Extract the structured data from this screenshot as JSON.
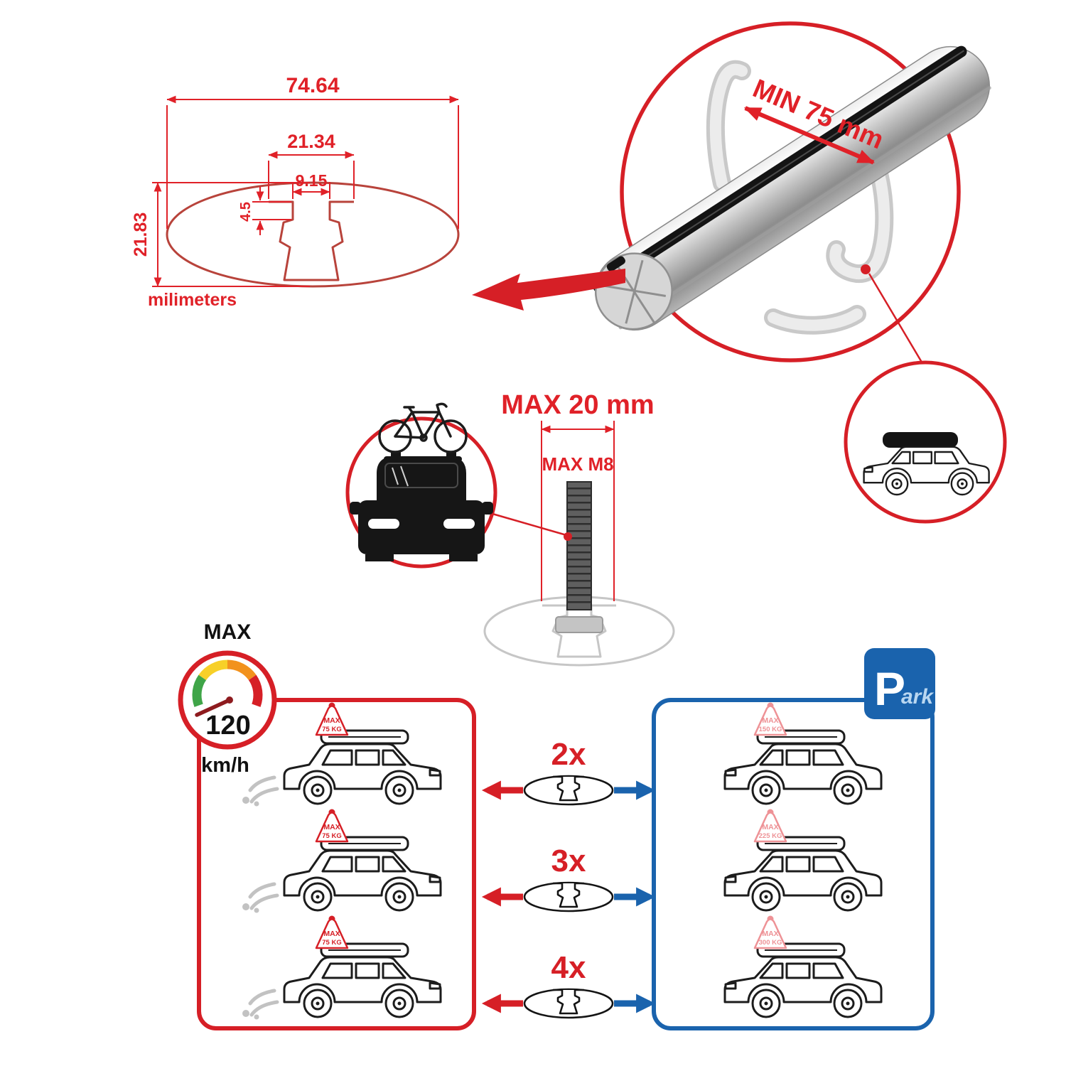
{
  "colors": {
    "accent_red": "#d61f26",
    "dimension_red": "#e02128",
    "accent_blue": "#1a63ad",
    "profile_maroon": "#b8433b",
    "ghost_gray": "#c6c6c6"
  },
  "cross_section": {
    "width_total": "74.64",
    "channel_width": "21.34",
    "slot_width": "9.15",
    "lip_depth": "4.5",
    "height": "21.83",
    "units": "milimeters"
  },
  "bar_detail": {
    "min_clamp_span": "MIN 75 mm"
  },
  "bolt": {
    "max_head_width": "MAX 20 mm",
    "max_thread": "MAX M8"
  },
  "speed_limit": {
    "title": "MAX",
    "value": "120",
    "units": "km/h"
  },
  "parking_sign": {
    "letter": "P",
    "suffix": "ark"
  },
  "crossbar_counts": [
    "2x",
    "3x",
    "4x"
  ],
  "driving_loads": [
    {
      "label": "MAX",
      "value": "75 KG"
    },
    {
      "label": "MAX",
      "value": "75 KG"
    },
    {
      "label": "MAX",
      "value": "75 KG"
    }
  ],
  "parked_loads": [
    {
      "label": "MAX",
      "value": "150 KG"
    },
    {
      "label": "MAX",
      "value": "225 KG"
    },
    {
      "label": "MAX",
      "value": "300 KG"
    }
  ]
}
